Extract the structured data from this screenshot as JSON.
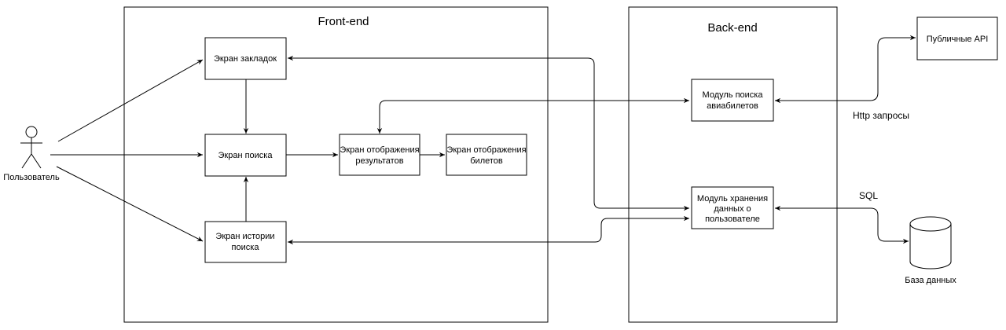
{
  "containers": {
    "frontend": {
      "title": "Front-end"
    },
    "backend": {
      "title": "Back-end"
    }
  },
  "actor": {
    "label": "Пользователь"
  },
  "screens": {
    "bookmarks": "Экран закладок",
    "search": "Экран поиска",
    "history": [
      "Экран истории",
      "поиска"
    ],
    "results": [
      "Экран отображения",
      "результатов"
    ],
    "tickets": [
      "Экран отображения",
      "билетов"
    ]
  },
  "modules": {
    "flight_search": [
      "Модуль поиска",
      "авиабилетов"
    ],
    "user_storage": [
      "Модуль хранения",
      "данных о",
      "пользователе"
    ]
  },
  "external": {
    "public_api": "Публичные API",
    "database": "База данных"
  },
  "edge_labels": {
    "http": "Http запросы",
    "sql": "SQL"
  }
}
